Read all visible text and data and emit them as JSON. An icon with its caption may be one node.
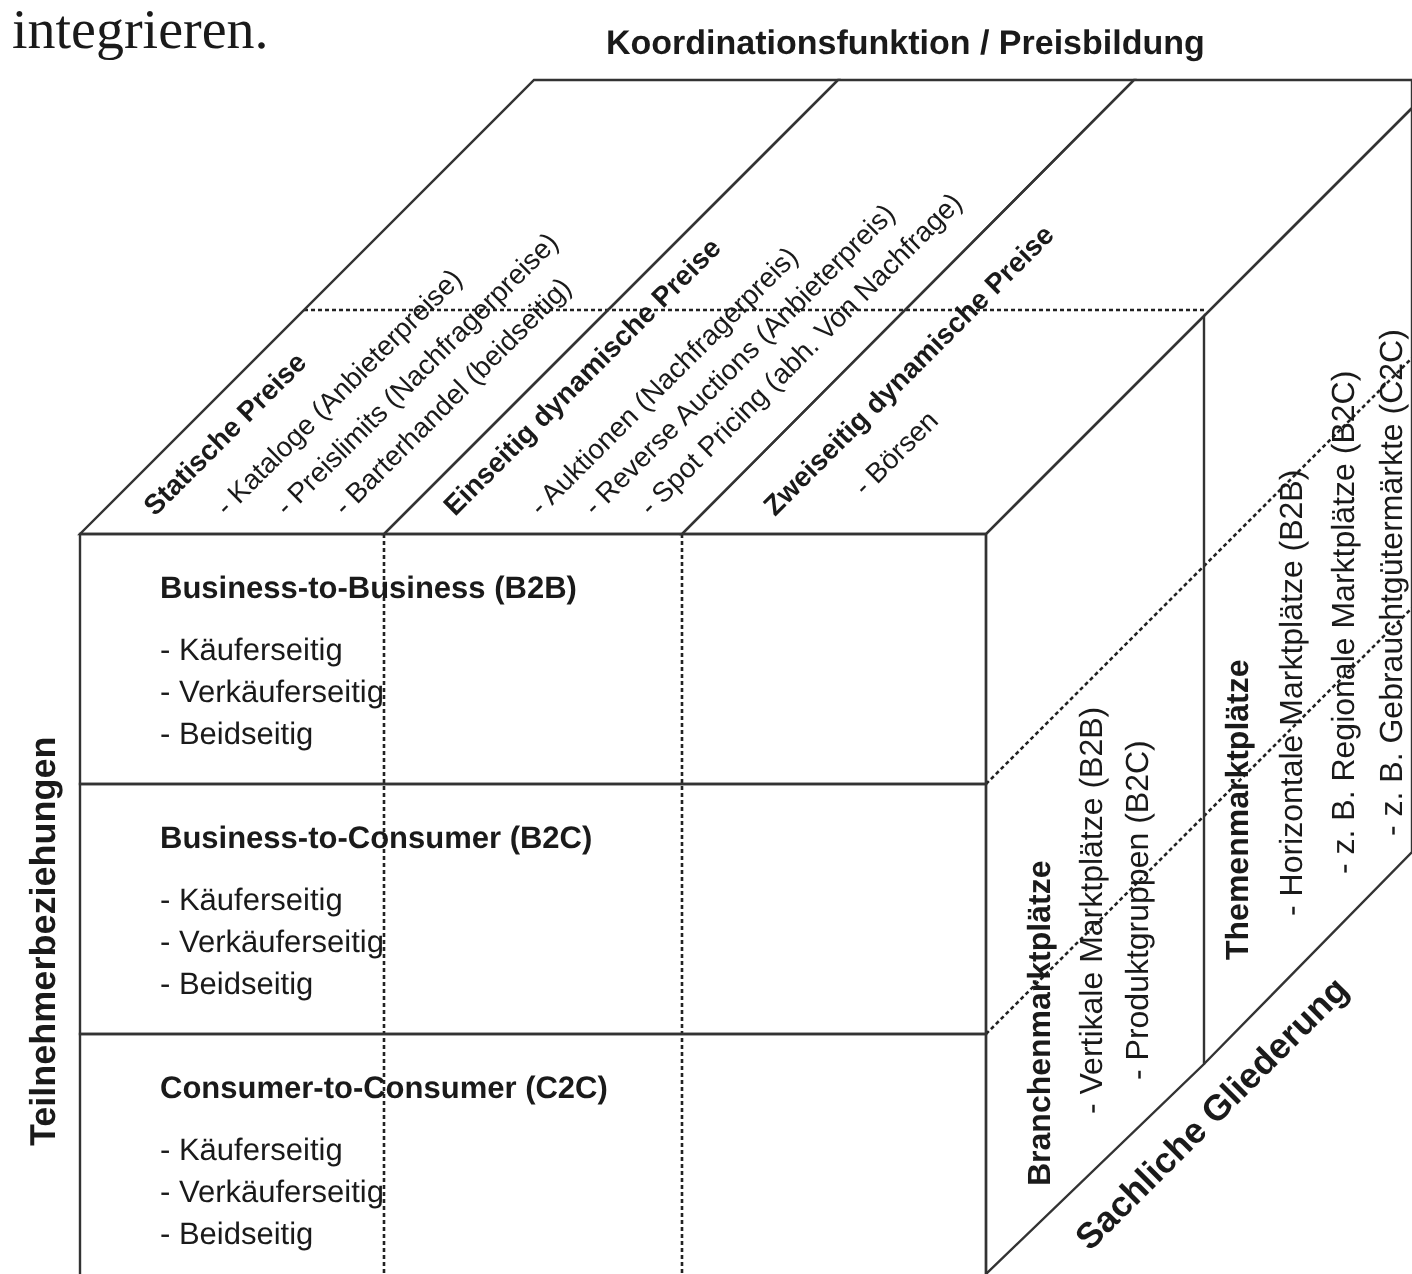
{
  "diagram": {
    "title": "Koordinationsfunktion / Preisbildung",
    "nodes": [
      {
        "text": [
          "Statische Preise",
          "- Kataloge (Anbieterpreise)",
          "- Preislimits (Nachfragerpreise)",
          "- Barterhandel (beidseitig)"
        ]
      },
      {
        "text": [
          "Einseitig dynamische Preise",
          "- Auktionen (Nachfragerpreis)",
          "- Reverse Auctions (Anbieterpreis)",
          "- Spot Pricing (abh. Von Nachfrage)"
        ]
      },
      {
        "text": [
          "Zweiseitig dynamische Preise",
          "- Börsen"
        ]
      },
      {
        "text": [
          "Business-to-Business (B2B)",
          "- Käuferseitig",
          "- Verkäuferseitig",
          "- Beidseitig"
        ]
      },
      {
        "text": [
          "Business-to-Consumer (B2C)",
          "- Käuferseitig",
          "- Verkäuferseitig",
          "- Beidseitig"
        ]
      },
      {
        "text": [
          "Consumer-to-Consumer (C2C)",
          "- Käuferseitig",
          "- Verkäuferseitig",
          "- Beidseitig"
        ]
      },
      {
        "text": [
          "Branchenmarktplätze",
          "- Vertikale Marktplätze (B2B)",
          "- Produktgruppen (B2C)"
        ]
      },
      {
        "text": [
          "Themenmarktplätze",
          "- Horizontale Marktplätze (B2B)",
          "- z. B. Regionale Marktplätze (B2C)",
          "- z. B. Gebrauchtgütermärkte (C2C)"
        ]
      }
    ],
    "labels": [
      "integrieren.",
      "Teilnehmerbeziehungen",
      "Sachliche Gliederung"
    ]
  }
}
